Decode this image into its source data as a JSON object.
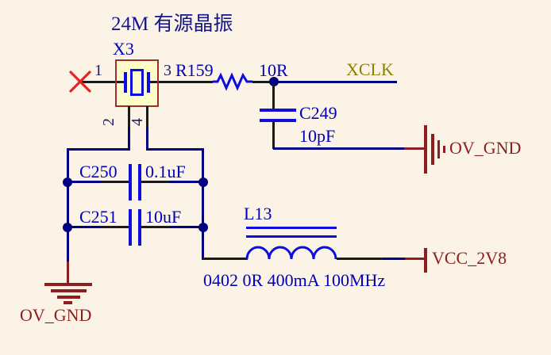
{
  "title": "24M 有源晶振",
  "colors": {
    "bg": "#FBF4E6",
    "wire": "#000080",
    "pin": "#1A1A1A",
    "symbol": "#0D0DE0",
    "text_blue": "#0000B8",
    "title_blue": "#16168C",
    "maroon": "#8B1F1F",
    "box_border": "#9C2E2E",
    "box_fill": "#FEFCC8",
    "red_x": "#E62323",
    "olive": "#8C8000",
    "pin_num": "#1B1B5E"
  },
  "crystal": {
    "designator": "X3",
    "pin1": "1",
    "pin2": "2",
    "pin3": "3",
    "pin4": "4"
  },
  "resistor": {
    "designator": "R159",
    "value": "10R"
  },
  "cap_c249": {
    "designator": "C249",
    "value": "10pF"
  },
  "cap_c250": {
    "designator": "C250",
    "value": "0.1uF"
  },
  "cap_c251": {
    "designator": "C251",
    "value": "10uF"
  },
  "inductor": {
    "designator": "L13",
    "value": "0402 0R 400mA 100MHz"
  },
  "nets": {
    "xclk": "XCLK",
    "gnd_right": "OV_GND",
    "gnd_bottom": "OV_GND",
    "vcc": "VCC_2V8"
  }
}
